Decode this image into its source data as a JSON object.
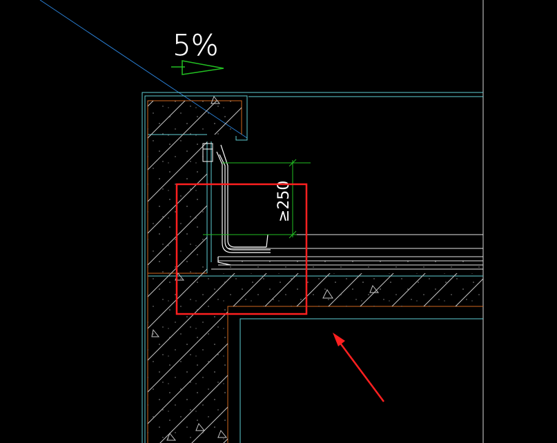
{
  "annotations": {
    "slope_label": "5%",
    "dimension_label": "≥250"
  },
  "colors": {
    "background": "#000000",
    "outline_cyan": "#5fd0d6",
    "concrete_orange": "#d2691e",
    "dimension_green": "#22c022",
    "text_white": "#ffffff",
    "hatch_gray": "#bfbfbf",
    "highlight_red": "#ff2020",
    "guide_blue": "#2a7fd4"
  },
  "icons": {
    "slope_arrow": "green-triangle-arrow",
    "callout_arrow": "red-arrow"
  }
}
